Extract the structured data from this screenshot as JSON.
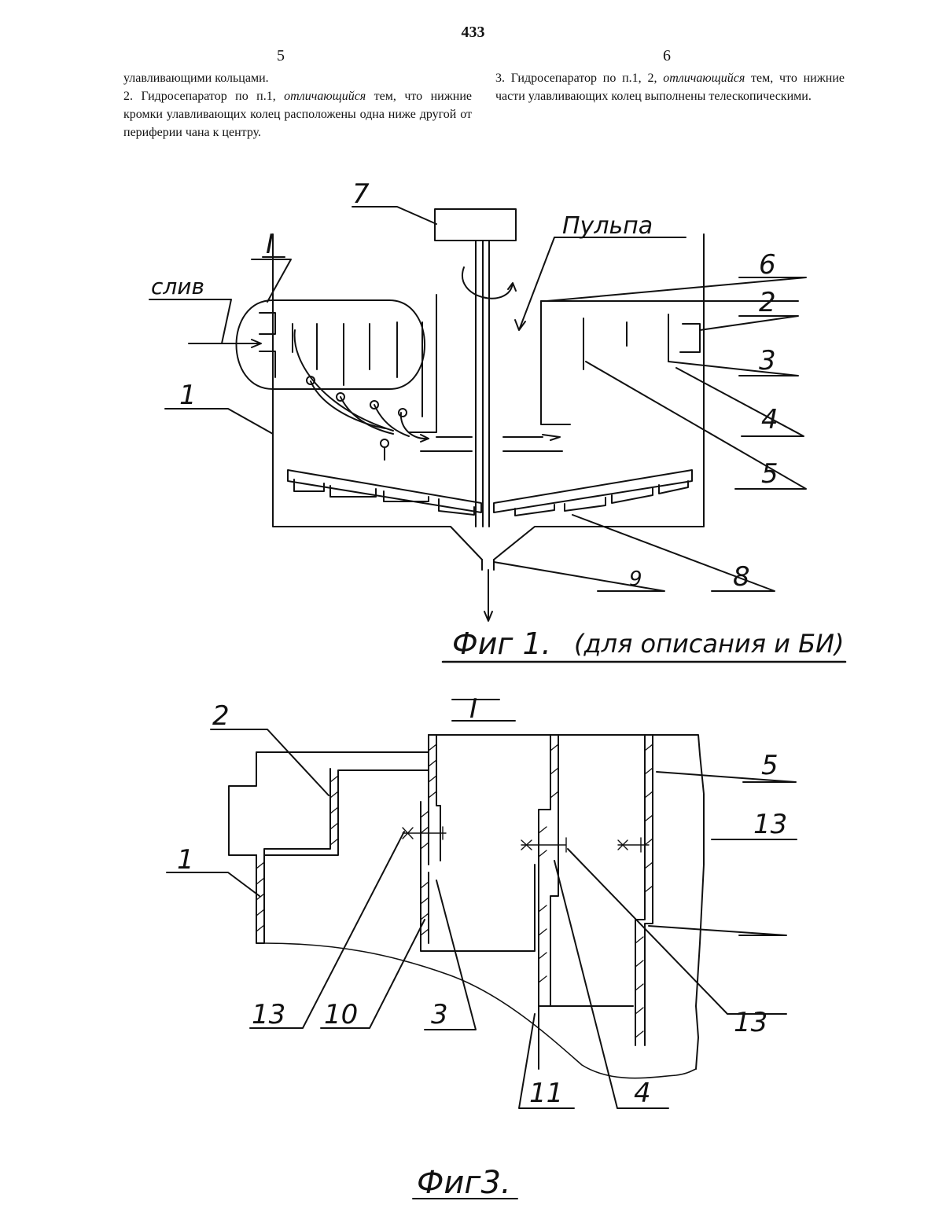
{
  "page": {
    "number": "433",
    "col_left_number": "5",
    "col_right_number": "6"
  },
  "text_left": {
    "line1": "улавливающими кольцами.",
    "claim2_start": "2. Гидросепаратор по п.1, ",
    "claim2_italic": "отличающийся",
    "claim2_end": " тем, что нижние кромки улавливающих колец расположены одна ниже другой от периферии чана к центру."
  },
  "text_right": {
    "claim3_start": "3. Гидросепаратор по п.1, 2, ",
    "claim3_italic": "отличающийся",
    "claim3_end": " тем, что нижние части улавливающих колец выполнены телескопическими."
  },
  "figure1": {
    "caption": "Фиг 1.",
    "note": "(для описания и БИ)",
    "label_overflow": "слив",
    "label_pulp": "Пульпа",
    "detail_mark": "I",
    "labels": {
      "l1": "1",
      "l2": "2",
      "l3": "3",
      "l4": "4",
      "l5": "5",
      "l6": "6",
      "l7": "7",
      "l8": "8",
      "l9": "9"
    }
  },
  "figure3": {
    "caption": "Фиг3.",
    "detail_mark": "I",
    "labels": {
      "l1": "1",
      "l2": "2",
      "l3": "3",
      "l4": "4",
      "l5": "5",
      "l10": "10",
      "l11": "11",
      "l13a": "13",
      "l13b": "13",
      "l13c": "13"
    }
  }
}
